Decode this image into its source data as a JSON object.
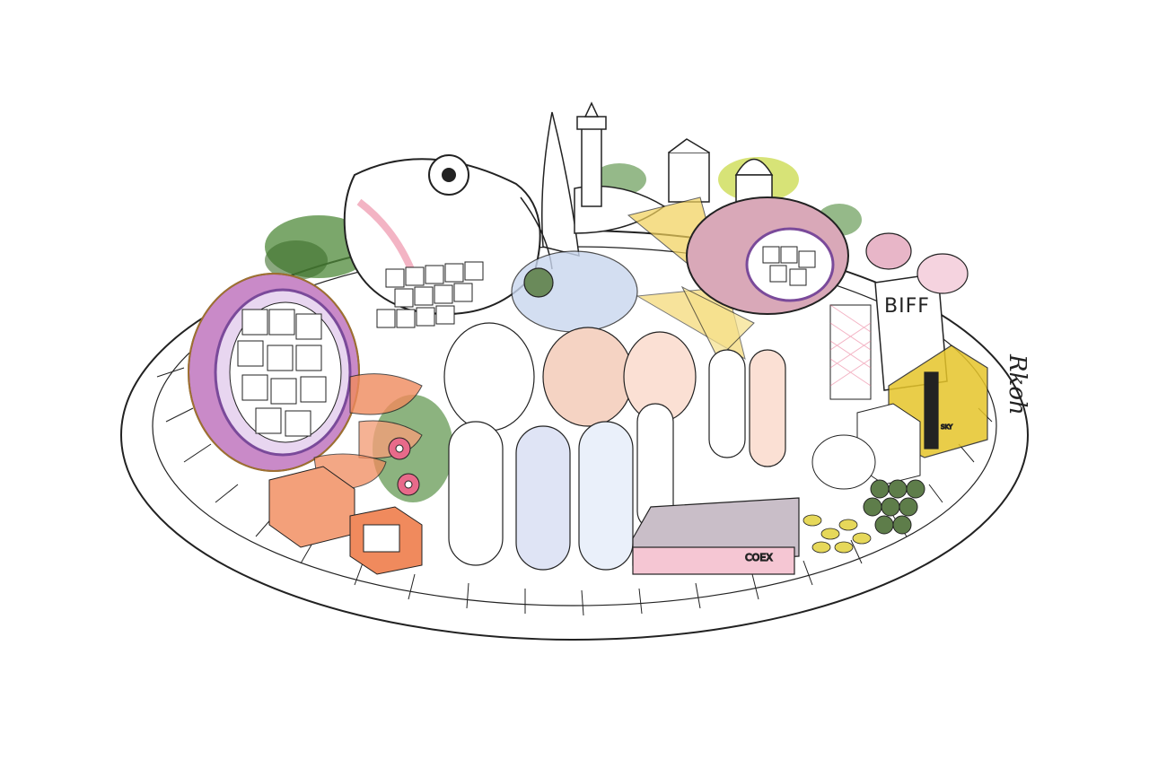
{
  "illustration": {
    "biff_sign": "BIFF",
    "signature": "Rkoh",
    "mall_sign": "COEX",
    "tower_label": "SKY",
    "colors": {
      "ink": "#222222",
      "greenery": "#4f8a3a",
      "salmon": "#f08a5d",
      "purple": "#8a5aa8",
      "lemon": "#f2d15a",
      "pink": "#e86a8a",
      "blue": "#4a78c9",
      "yellow": "#e6c52a",
      "olive": "#5e7d4a"
    },
    "icons": [
      "fish-icon",
      "building-icon",
      "lighthouse-icon",
      "flower-icon",
      "grapes-icon"
    ]
  }
}
